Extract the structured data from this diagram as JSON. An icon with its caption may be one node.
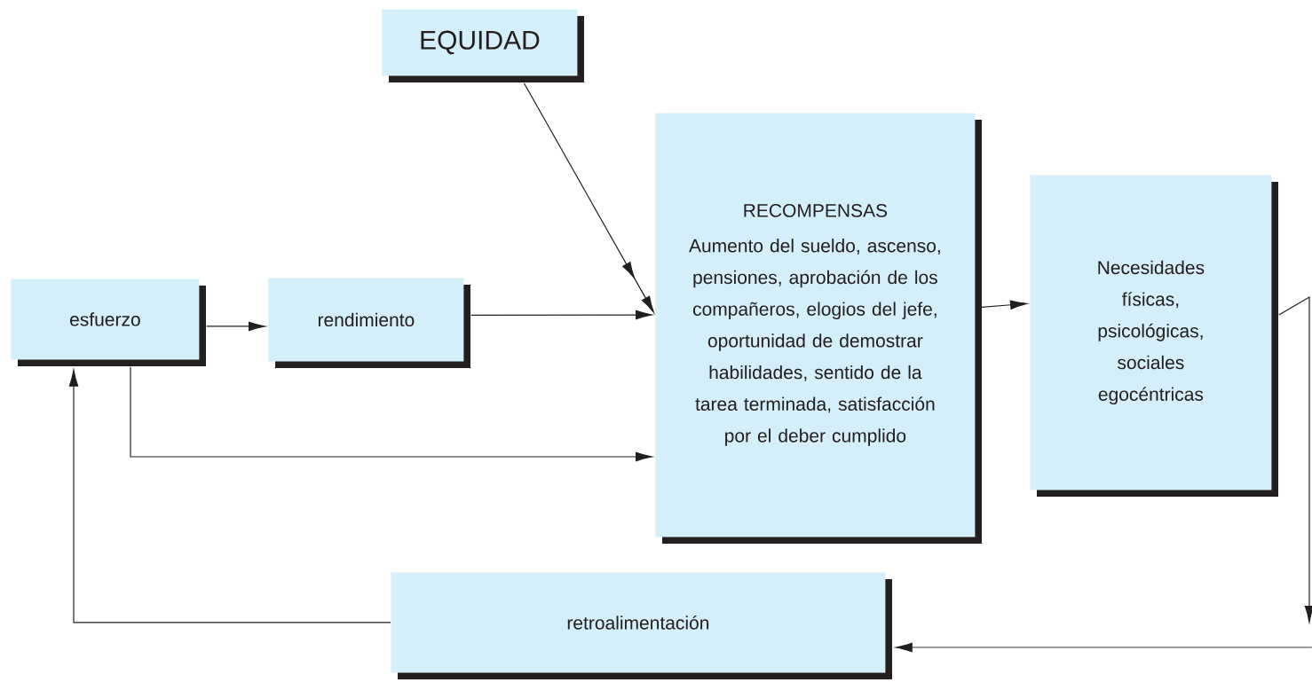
{
  "diagram": {
    "nodes": [
      {
        "text": [
          "EQUIDAD"
        ]
      },
      {
        "text": [
          "esfuerzo"
        ]
      },
      {
        "text": [
          "rendimiento"
        ]
      },
      {
        "text": [
          "RECOMPENSAS",
          "Aumento del sueldo, ascenso, pensiones, aprobación de los compañeros, elogios del jefe, oportunidad de demostrar habilidades, sentido de la tarea terminada, satisfacción por el deber cumplido"
        ]
      },
      {
        "text": [
          "Necesidades físicas, psicológicas, sociales egocéntricas"
        ]
      },
      {
        "text": [
          "retroalimentación"
        ]
      }
    ],
    "edges": [
      {
        "from": 0,
        "to": 3,
        "arrow": "to"
      },
      {
        "from": 1,
        "to": 2,
        "arrow": "to"
      },
      {
        "from": 2,
        "to": 3,
        "arrow": "to"
      },
      {
        "from": 1,
        "to": 3,
        "arrow": "to"
      },
      {
        "from": 3,
        "to": 4,
        "arrow": "to"
      },
      {
        "from": 4,
        "to": null,
        "arrow": "to"
      },
      {
        "from": null,
        "to": 5,
        "arrow": "to"
      },
      {
        "from": 5,
        "to": 1,
        "arrow": "to"
      }
    ]
  }
}
